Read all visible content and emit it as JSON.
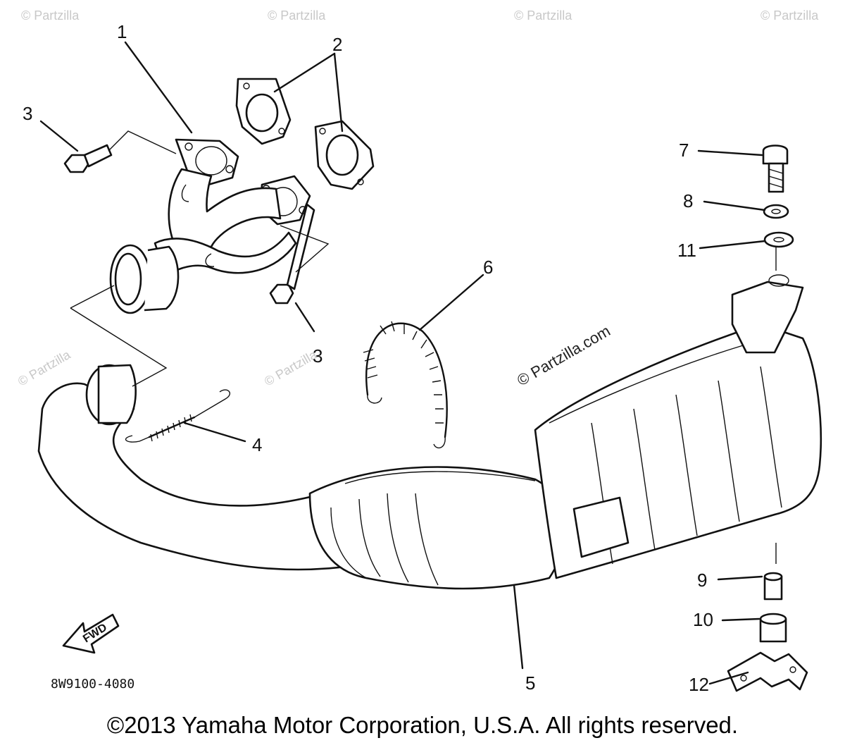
{
  "watermarks": {
    "repeat_text": "© Partzilla",
    "main_text": "© Partzilla.com"
  },
  "callouts": {
    "c1": "1",
    "c2": "2",
    "c3a": "3",
    "c3b": "3",
    "c4": "4",
    "c5": "5",
    "c6": "6",
    "c7": "7",
    "c8": "8",
    "c9": "9",
    "c10": "10",
    "c11": "11",
    "c12": "12"
  },
  "part_code": "8W9100-4080",
  "direction_label": "FWD",
  "copyright": "©2013 Yamaha Motor Corporation, U.S.A. All rights reserved."
}
